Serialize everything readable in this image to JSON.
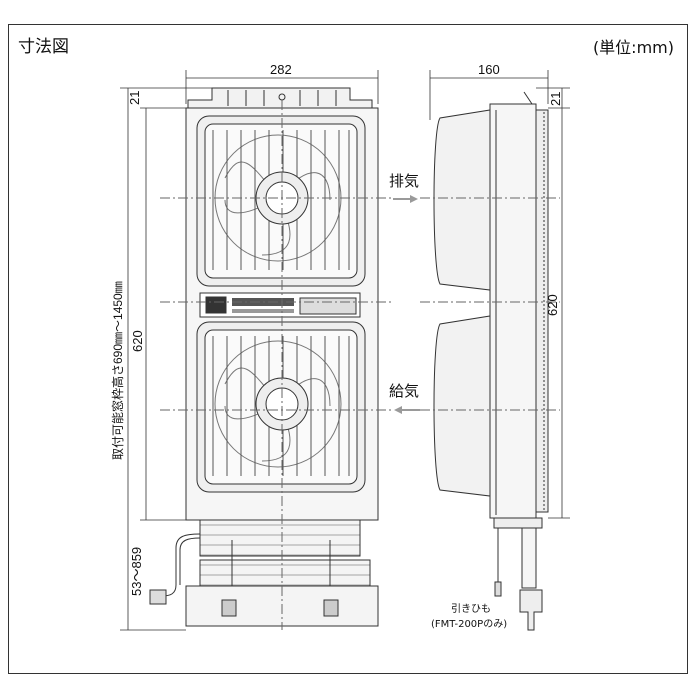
{
  "header": {
    "title": "寸法図",
    "unit": "(単位:mm)"
  },
  "dimensions": {
    "front_width": "282",
    "top_offset_front": "21",
    "front_height": "620",
    "window_frame_range": "取付可能窓枠高さ690㎜～1450㎜",
    "bottom_range": "53～859",
    "side_depth": "160",
    "top_offset_side": "21",
    "side_height": "620"
  },
  "labels": {
    "exhaust": "排気",
    "intake": "給気",
    "pull_cord": "引きひも",
    "pull_cord_note": "(FMT-200Pのみ)"
  },
  "colors": {
    "line": "#333333",
    "fill": "#f2f2f2",
    "arrow": "#9a9a9a"
  }
}
